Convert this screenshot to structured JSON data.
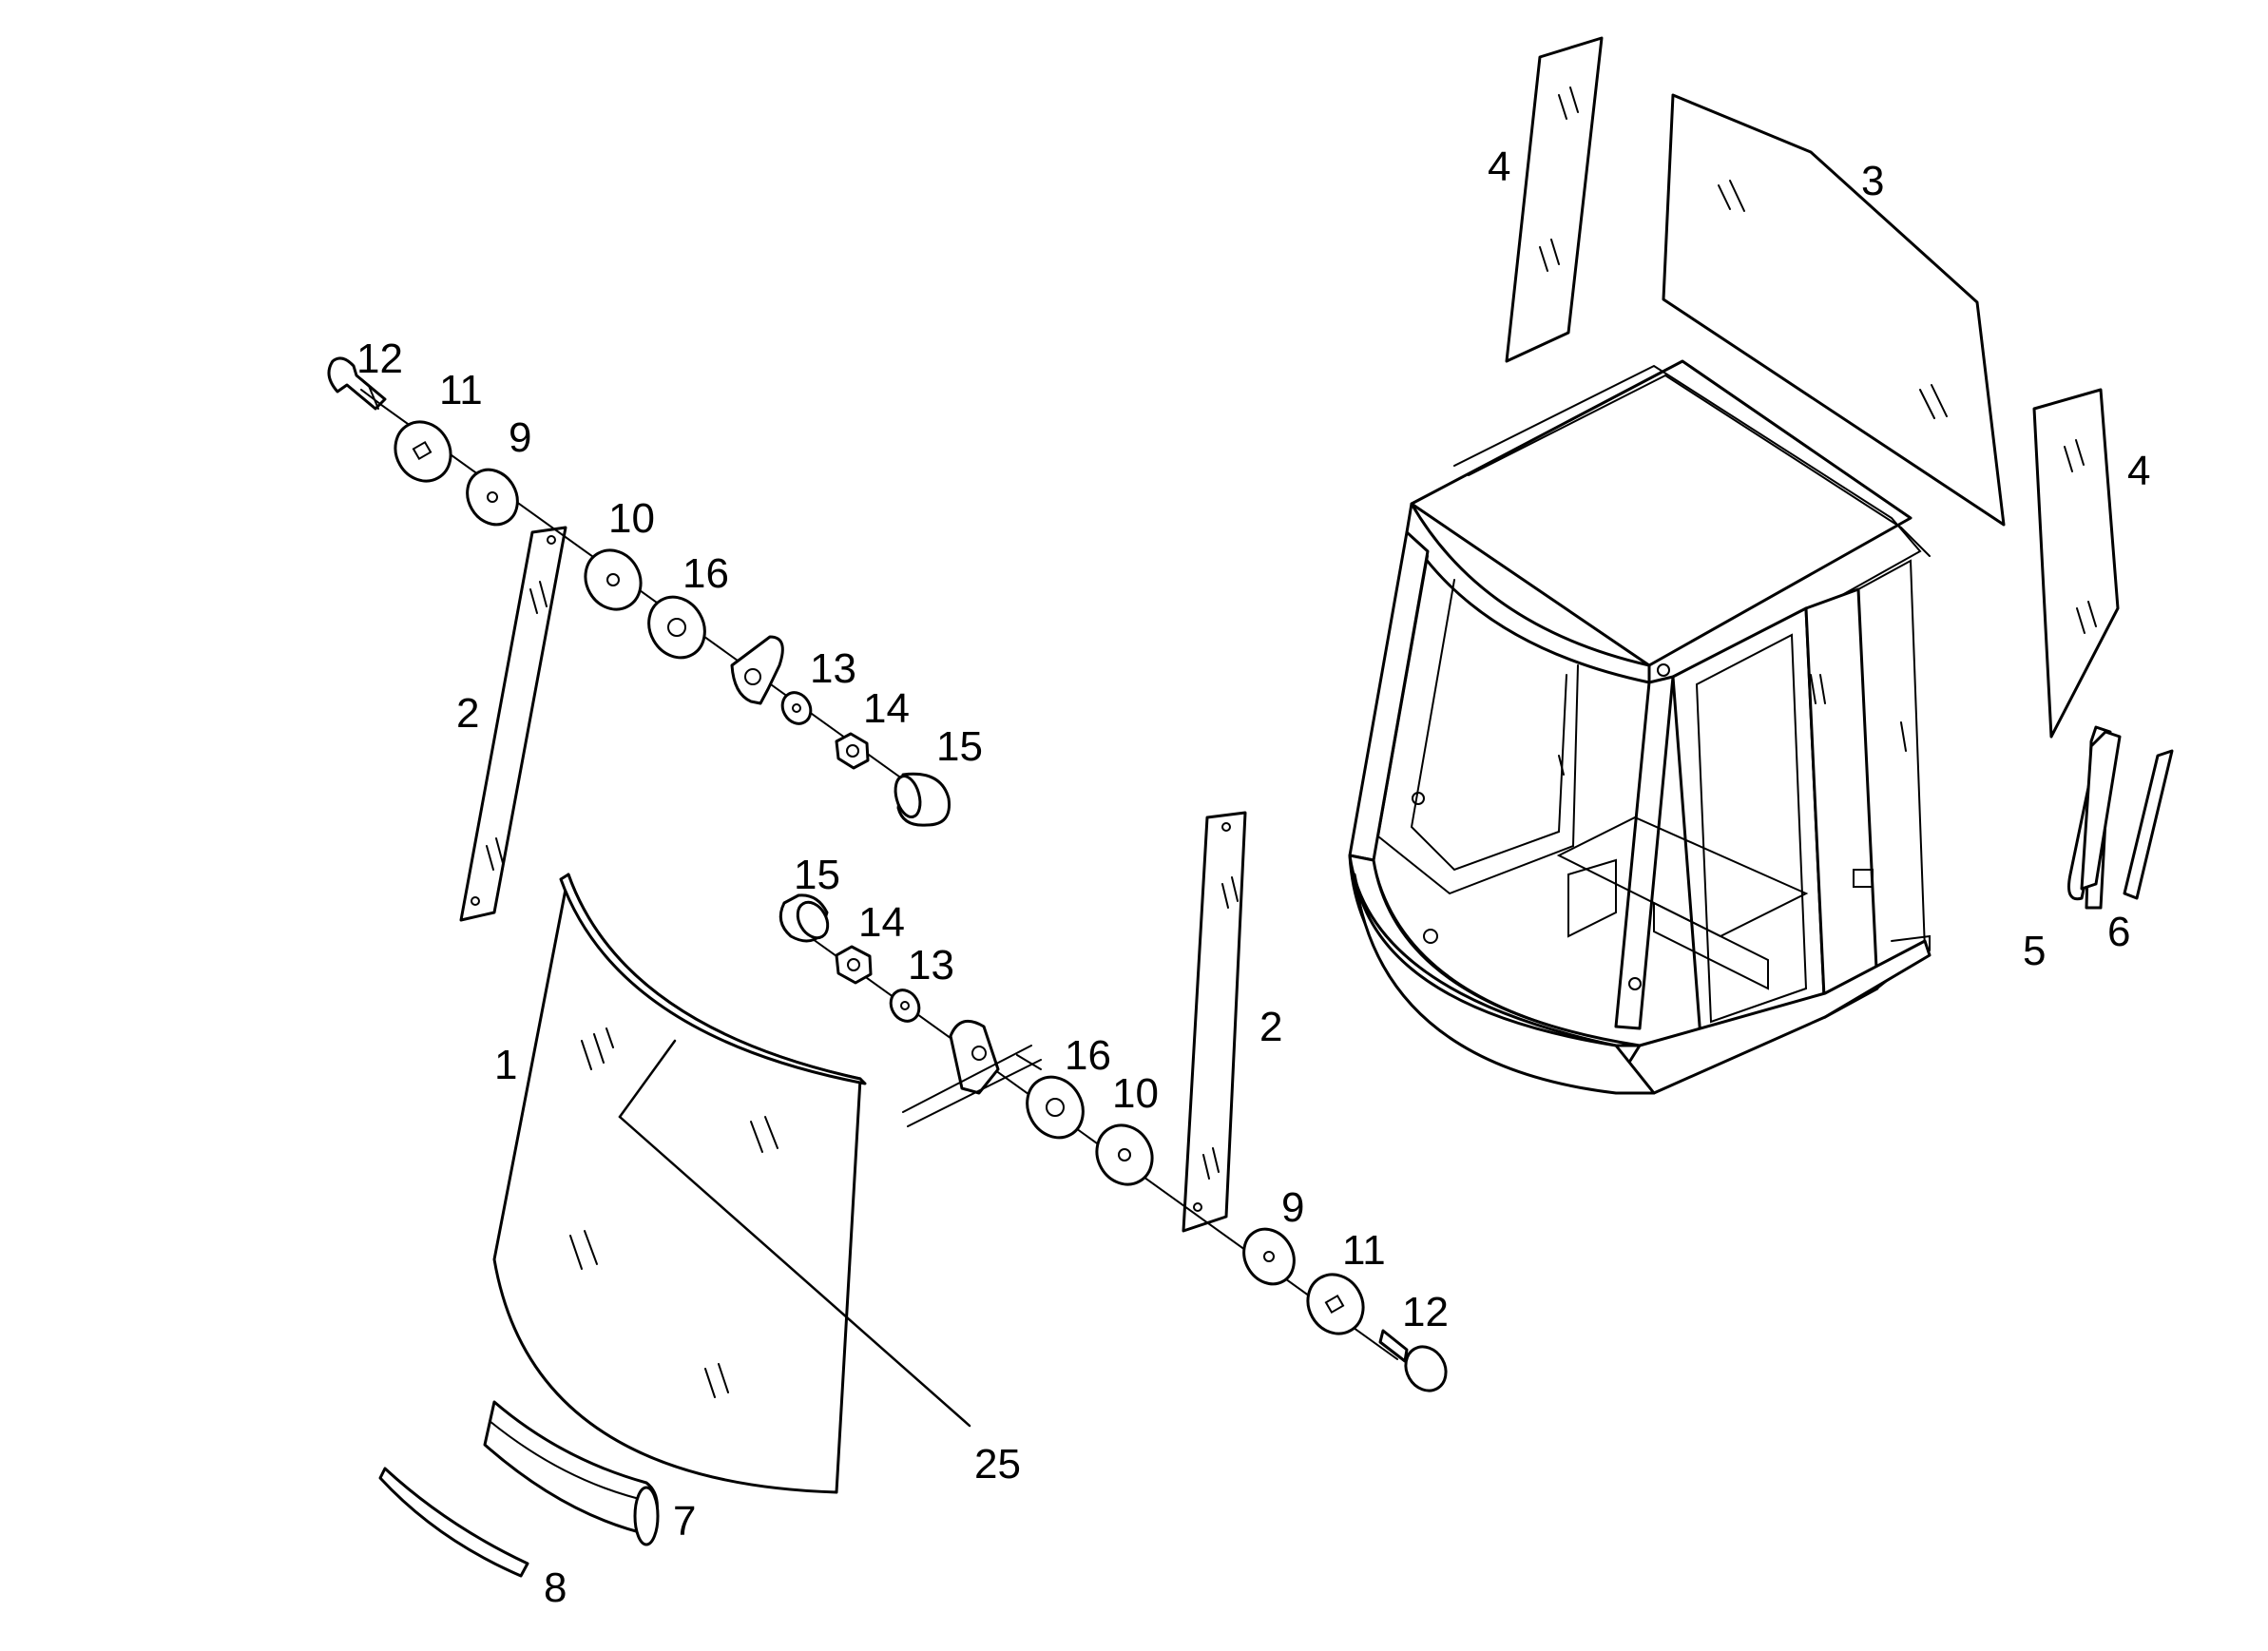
{
  "diagram": {
    "callouts": [
      {
        "id": "c1",
        "text": "1"
      },
      {
        "id": "c2a",
        "text": "2"
      },
      {
        "id": "c2b",
        "text": "2"
      },
      {
        "id": "c3",
        "text": "3"
      },
      {
        "id": "c4a",
        "text": "4"
      },
      {
        "id": "c4b",
        "text": "4"
      },
      {
        "id": "c5",
        "text": "5"
      },
      {
        "id": "c6",
        "text": "6"
      },
      {
        "id": "c7",
        "text": "7"
      },
      {
        "id": "c8",
        "text": "8"
      },
      {
        "id": "c9a",
        "text": "9"
      },
      {
        "id": "c9b",
        "text": "9"
      },
      {
        "id": "c10a",
        "text": "10"
      },
      {
        "id": "c10b",
        "text": "10"
      },
      {
        "id": "c11a",
        "text": "11"
      },
      {
        "id": "c11b",
        "text": "11"
      },
      {
        "id": "c12a",
        "text": "12"
      },
      {
        "id": "c12b",
        "text": "12"
      },
      {
        "id": "c13a",
        "text": "13"
      },
      {
        "id": "c13b",
        "text": "13"
      },
      {
        "id": "c14a",
        "text": "14"
      },
      {
        "id": "c14b",
        "text": "14"
      },
      {
        "id": "c15a",
        "text": "15"
      },
      {
        "id": "c15b",
        "text": "15"
      },
      {
        "id": "c16a",
        "text": "16"
      },
      {
        "id": "c16b",
        "text": "16"
      },
      {
        "id": "c25",
        "text": "25"
      }
    ]
  }
}
